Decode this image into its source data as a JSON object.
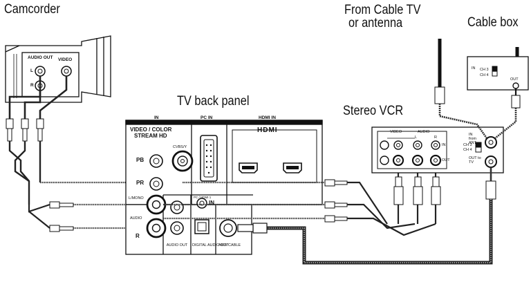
{
  "titles": {
    "camcorder": "Camcorder",
    "cable_tv": "From Cable TV",
    "antenna": "or antenna",
    "cable_box": "Cable box",
    "tv_back_panel": "TV back panel",
    "stereo_vcr": "Stereo VCR"
  },
  "camcorder": {
    "audio_out": "AUDIO OUT",
    "video": "VIDEO",
    "l": "L",
    "r": "R"
  },
  "tv": {
    "in_header": "IN",
    "video_color": "VIDEO / COLOR",
    "stream_hd": "STREAM HD",
    "pb": "PB",
    "pr": "PR",
    "cvbs": "CVBS/Y",
    "lmono": "L/MONO",
    "audio": "AUDIO",
    "r": "R",
    "pc_in": "PC IN",
    "hdmi_in": "HDMI IN",
    "hdmi_logo": "HDMI",
    "pc_audio": "PC / HDMI 1",
    "pc_audio_in": "IN",
    "audio_out": "AUDIO OUT",
    "digital_audio_out": "DIGITAL AUDIO OUT",
    "ant_cable": "ANT/ CABLE"
  },
  "vcr": {
    "video": "VIDEO",
    "audio": "AUDIO",
    "l": "L",
    "r": "R",
    "in": "IN",
    "out": "OUT",
    "ch3": "CH 3",
    "ch4": "CH 4",
    "in_from_ant": "IN from ANT",
    "out_to_tv": "OUT to TV"
  },
  "cable_box": {
    "in": "IN",
    "ch3": "CH 3",
    "ch4": "CH 4",
    "out": "OUT"
  }
}
